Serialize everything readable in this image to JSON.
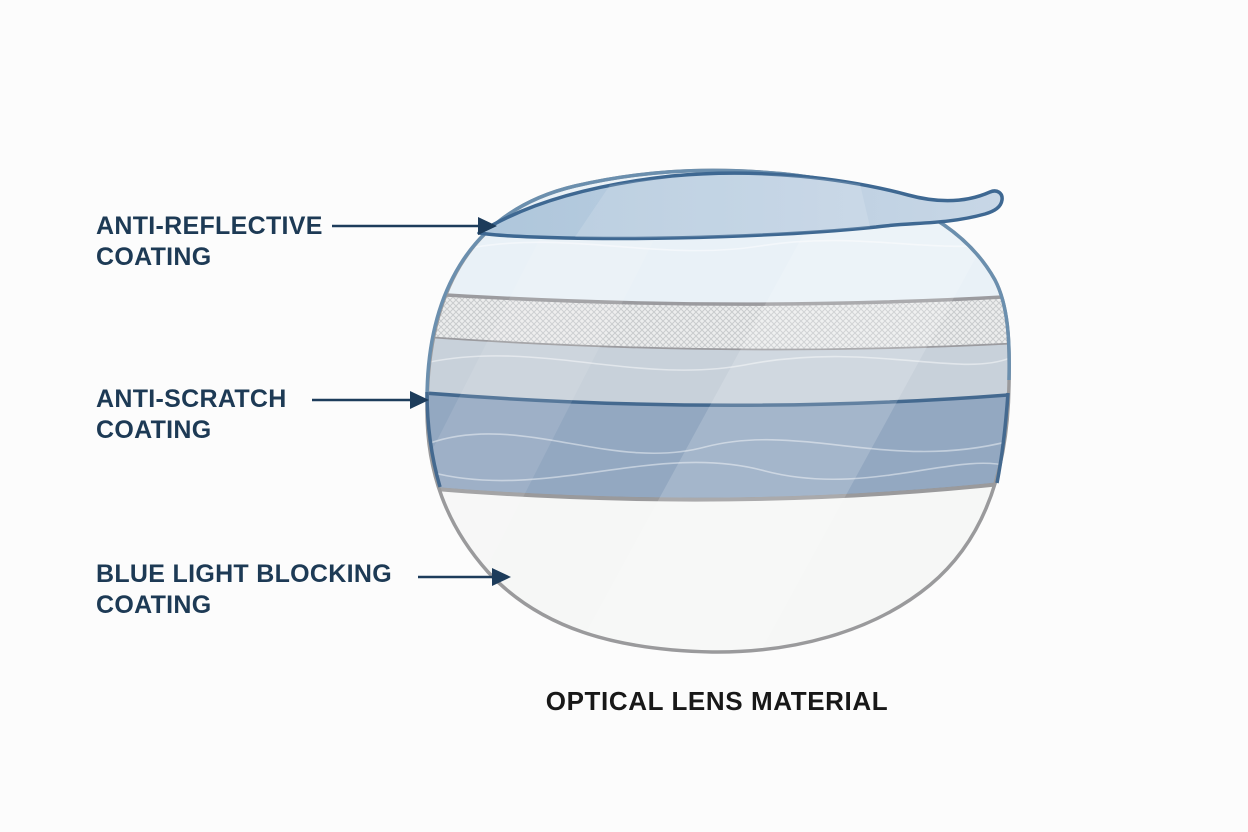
{
  "diagram": {
    "caption": "OPTICAL LENS MATERIAL",
    "annotations": [
      {
        "line1": "ANTI-REFLECTIVE",
        "line2": "COATING"
      },
      {
        "line1": "ANTI-SCRATCH",
        "line2": "COATING"
      },
      {
        "line1": "BLUE LIGHT BLOCKING",
        "line2": "COATING"
      }
    ],
    "colors": {
      "background": "#fcfcfc",
      "label_text": "#1d3a55",
      "arrow": "#1d3c5b",
      "caption_text": "#181818",
      "flap_fill": "#b7cbde",
      "flap_stroke": "#3e6892",
      "pale_top_band": "#e9f1f7",
      "crosshatch_band": "#eceded",
      "light_gray_blue_band": "#c8d1da",
      "anti_scratch_band": "#93a8c1",
      "anti_scratch_border": "#44698f",
      "lens_material_band": "#f6f7f6",
      "lens_outline_gray": "#9a9a9c",
      "lens_outline_blue": "#6b8fae"
    }
  }
}
